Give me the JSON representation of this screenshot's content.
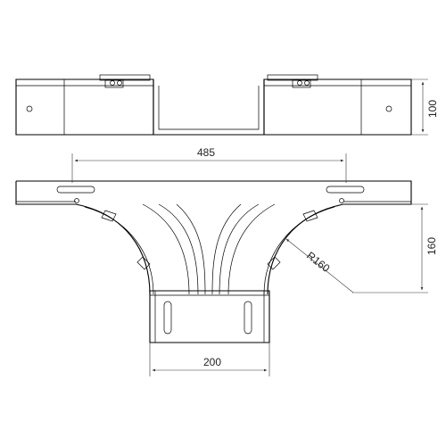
{
  "dimensions": {
    "height": "100",
    "overall_width": "485",
    "depth": "160",
    "radius": "R160",
    "branch_width": "200"
  }
}
